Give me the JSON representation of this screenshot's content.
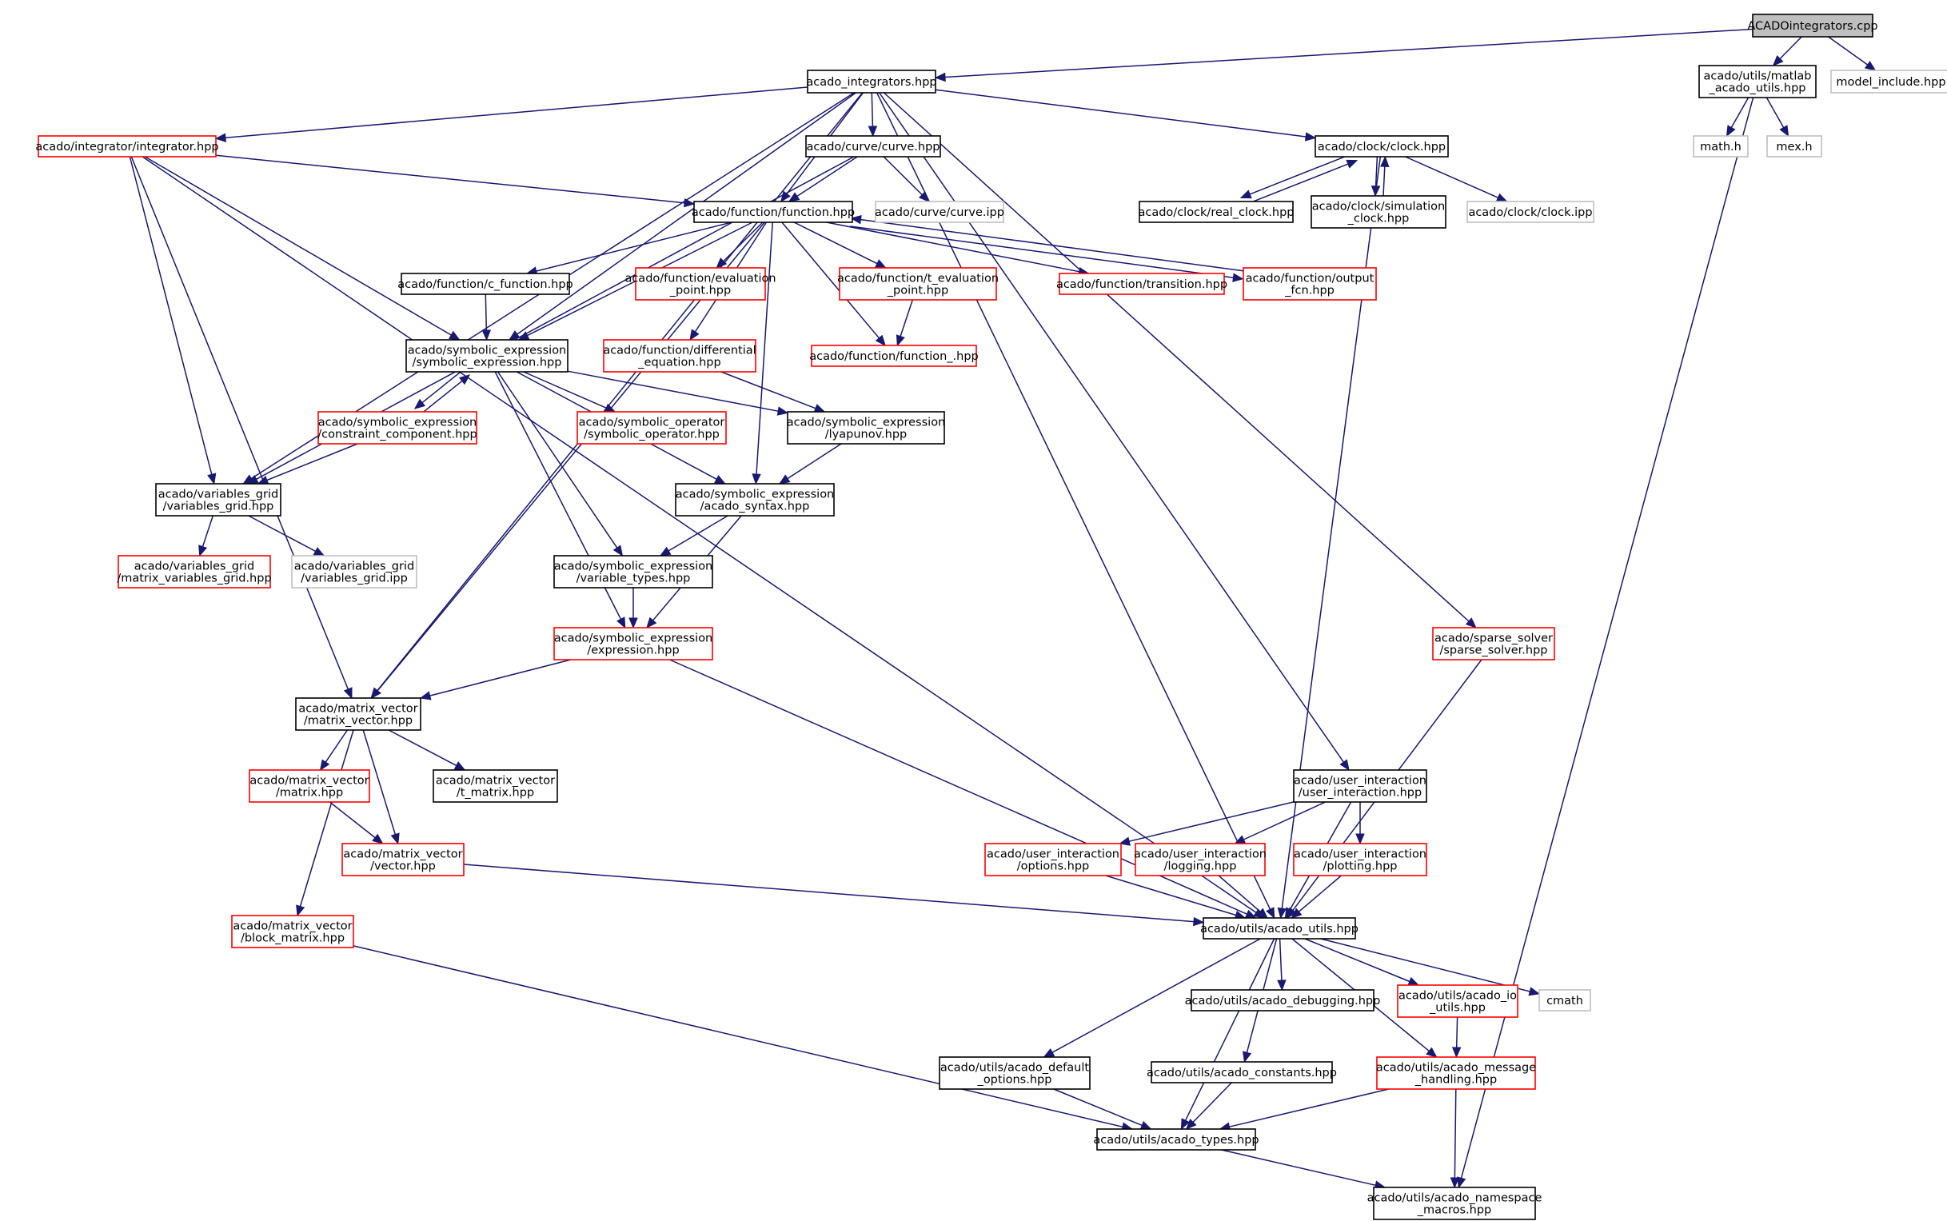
{
  "graph": {
    "title": "ACADOintegrators.cpp",
    "colors": {
      "edge": "#191970",
      "normal_border": "#000000",
      "incomplete_border": "#ff0000",
      "external_border": "#bfbfbf",
      "root_fill": "#bfbfbf",
      "node_fill": "#ffffff"
    },
    "nodes": [
      {
        "id": "root",
        "lines": [
          "ACADOintegrators.cpp"
        ],
        "kind": "root"
      },
      {
        "id": "integrators",
        "lines": [
          "acado_integrators.hpp"
        ],
        "kind": "normal"
      },
      {
        "id": "matlab_utils",
        "lines": [
          "acado/utils/matlab",
          "_acado_utils.hpp"
        ],
        "kind": "normal"
      },
      {
        "id": "model_include",
        "lines": [
          "model_include.hpp"
        ],
        "kind": "external"
      },
      {
        "id": "math_h",
        "lines": [
          "math.h"
        ],
        "kind": "external"
      },
      {
        "id": "mex_h",
        "lines": [
          "mex.h"
        ],
        "kind": "external"
      },
      {
        "id": "integrator",
        "lines": [
          "acado/integrator/integrator.hpp"
        ],
        "kind": "incomplete"
      },
      {
        "id": "curve",
        "lines": [
          "acado/curve/curve.hpp"
        ],
        "kind": "normal"
      },
      {
        "id": "clock",
        "lines": [
          "acado/clock/clock.hpp"
        ],
        "kind": "normal"
      },
      {
        "id": "function",
        "lines": [
          "acado/function/function.hpp"
        ],
        "kind": "normal"
      },
      {
        "id": "curve_ipp",
        "lines": [
          "acado/curve/curve.ipp"
        ],
        "kind": "external"
      },
      {
        "id": "real_clock",
        "lines": [
          "acado/clock/real_clock.hpp"
        ],
        "kind": "normal"
      },
      {
        "id": "sim_clock",
        "lines": [
          "acado/clock/simulation",
          "_clock.hpp"
        ],
        "kind": "normal"
      },
      {
        "id": "clock_ipp",
        "lines": [
          "acado/clock/clock.ipp"
        ],
        "kind": "external"
      },
      {
        "id": "c_function",
        "lines": [
          "acado/function/c_function.hpp"
        ],
        "kind": "normal"
      },
      {
        "id": "eval_point",
        "lines": [
          "acado/function/evaluation",
          "_point.hpp"
        ],
        "kind": "incomplete"
      },
      {
        "id": "t_eval_point",
        "lines": [
          "acado/function/t_evaluation",
          "_point.hpp"
        ],
        "kind": "incomplete"
      },
      {
        "id": "transition",
        "lines": [
          "acado/function/transition.hpp"
        ],
        "kind": "incomplete"
      },
      {
        "id": "output_fcn",
        "lines": [
          "acado/function/output",
          "_fcn.hpp"
        ],
        "kind": "incomplete"
      },
      {
        "id": "sym_expr",
        "lines": [
          "acado/symbolic_expression",
          "/symbolic_expression.hpp"
        ],
        "kind": "normal"
      },
      {
        "id": "diff_eq",
        "lines": [
          "acado/function/differential",
          "_equation.hpp"
        ],
        "kind": "incomplete"
      },
      {
        "id": "function_",
        "lines": [
          "acado/function/function_.hpp"
        ],
        "kind": "incomplete"
      },
      {
        "id": "constraint_comp",
        "lines": [
          "acado/symbolic_expression",
          "/constraint_component.hpp"
        ],
        "kind": "incomplete"
      },
      {
        "id": "sym_operator",
        "lines": [
          "acado/symbolic_operator",
          "/symbolic_operator.hpp"
        ],
        "kind": "incomplete"
      },
      {
        "id": "lyapunov",
        "lines": [
          "acado/symbolic_expression",
          "/lyapunov.hpp"
        ],
        "kind": "normal"
      },
      {
        "id": "var_grid",
        "lines": [
          "acado/variables_grid",
          "/variables_grid.hpp"
        ],
        "kind": "normal"
      },
      {
        "id": "acado_syntax",
        "lines": [
          "acado/symbolic_expression",
          "/acado_syntax.hpp"
        ],
        "kind": "normal"
      },
      {
        "id": "matrix_var_grid",
        "lines": [
          "acado/variables_grid",
          "/matrix_variables_grid.hpp"
        ],
        "kind": "incomplete"
      },
      {
        "id": "var_grid_ipp",
        "lines": [
          "acado/variables_grid",
          "/variables_grid.ipp"
        ],
        "kind": "external"
      },
      {
        "id": "var_types",
        "lines": [
          "acado/symbolic_expression",
          "/variable_types.hpp"
        ],
        "kind": "normal"
      },
      {
        "id": "expression",
        "lines": [
          "acado/symbolic_expression",
          "/expression.hpp"
        ],
        "kind": "incomplete"
      },
      {
        "id": "sparse_solver",
        "lines": [
          "acado/sparse_solver",
          "/sparse_solver.hpp"
        ],
        "kind": "incomplete"
      },
      {
        "id": "matrix_vector",
        "lines": [
          "acado/matrix_vector",
          "/matrix_vector.hpp"
        ],
        "kind": "normal"
      },
      {
        "id": "matrix",
        "lines": [
          "acado/matrix_vector",
          "/matrix.hpp"
        ],
        "kind": "incomplete"
      },
      {
        "id": "t_matrix",
        "lines": [
          "acado/matrix_vector",
          "/t_matrix.hpp"
        ],
        "kind": "normal"
      },
      {
        "id": "user_interaction",
        "lines": [
          "acado/user_interaction",
          "/user_interaction.hpp"
        ],
        "kind": "normal"
      },
      {
        "id": "vector",
        "lines": [
          "acado/matrix_vector",
          "/vector.hpp"
        ],
        "kind": "incomplete"
      },
      {
        "id": "options",
        "lines": [
          "acado/user_interaction",
          "/options.hpp"
        ],
        "kind": "incomplete"
      },
      {
        "id": "logging",
        "lines": [
          "acado/user_interaction",
          "/logging.hpp"
        ],
        "kind": "incomplete"
      },
      {
        "id": "plotting",
        "lines": [
          "acado/user_interaction",
          "/plotting.hpp"
        ],
        "kind": "incomplete"
      },
      {
        "id": "block_matrix",
        "lines": [
          "acado/matrix_vector",
          "/block_matrix.hpp"
        ],
        "kind": "incomplete"
      },
      {
        "id": "acado_utils",
        "lines": [
          "acado/utils/acado_utils.hpp"
        ],
        "kind": "normal"
      },
      {
        "id": "debugging",
        "lines": [
          "acado/utils/acado_debugging.hpp"
        ],
        "kind": "normal"
      },
      {
        "id": "io_utils",
        "lines": [
          "acado/utils/acado_io",
          "_utils.hpp"
        ],
        "kind": "incomplete"
      },
      {
        "id": "cmath",
        "lines": [
          "cmath"
        ],
        "kind": "external"
      },
      {
        "id": "default_options",
        "lines": [
          "acado/utils/acado_default",
          "_options.hpp"
        ],
        "kind": "normal"
      },
      {
        "id": "constants",
        "lines": [
          "acado/utils/acado_constants.hpp"
        ],
        "kind": "normal"
      },
      {
        "id": "message_handling",
        "lines": [
          "acado/utils/acado_message",
          "_handling.hpp"
        ],
        "kind": "incomplete"
      },
      {
        "id": "acado_types",
        "lines": [
          "acado/utils/acado_types.hpp"
        ],
        "kind": "normal"
      },
      {
        "id": "namespace_macros",
        "lines": [
          "acado/utils/acado_namespace",
          "_macros.hpp"
        ],
        "kind": "normal"
      }
    ],
    "edges": [
      [
        "root",
        "integrators"
      ],
      [
        "root",
        "matlab_utils"
      ],
      [
        "root",
        "model_include"
      ],
      [
        "matlab_utils",
        "math_h"
      ],
      [
        "matlab_utils",
        "mex_h"
      ],
      [
        "matlab_utils",
        "namespace_macros"
      ],
      [
        "integrators",
        "integrator"
      ],
      [
        "integrators",
        "curve"
      ],
      [
        "integrators",
        "clock"
      ],
      [
        "integrators",
        "function"
      ],
      [
        "integrators",
        "sym_expr"
      ],
      [
        "integrators",
        "var_grid"
      ],
      [
        "integrators",
        "matrix_vector"
      ],
      [
        "integrators",
        "acado_utils"
      ],
      [
        "integrators",
        "user_interaction"
      ],
      [
        "integrators",
        "sparse_solver"
      ],
      [
        "integrator",
        "function"
      ],
      [
        "integrator",
        "sym_expr"
      ],
      [
        "integrator",
        "var_grid"
      ],
      [
        "integrator",
        "matrix_vector"
      ],
      [
        "integrator",
        "acado_utils"
      ],
      [
        "curve",
        "function"
      ],
      [
        "curve",
        "curve_ipp"
      ],
      [
        "curve",
        "var_grid"
      ],
      [
        "clock",
        "real_clock"
      ],
      [
        "clock",
        "sim_clock"
      ],
      [
        "clock",
        "clock_ipp"
      ],
      [
        "clock",
        "acado_utils"
      ],
      [
        "real_clock",
        "clock"
      ],
      [
        "sim_clock",
        "clock"
      ],
      [
        "function",
        "c_function"
      ],
      [
        "function",
        "eval_point"
      ],
      [
        "function",
        "t_eval_point"
      ],
      [
        "function",
        "transition"
      ],
      [
        "function",
        "output_fcn"
      ],
      [
        "function",
        "sym_expr"
      ],
      [
        "function",
        "diff_eq"
      ],
      [
        "function",
        "function_"
      ],
      [
        "function",
        "matrix_vector"
      ],
      [
        "function",
        "acado_syntax"
      ],
      [
        "output_fcn",
        "function"
      ],
      [
        "t_eval_point",
        "function_"
      ],
      [
        "c_function",
        "sym_expr"
      ],
      [
        "diff_eq",
        "lyapunov"
      ],
      [
        "sym_expr",
        "constraint_comp"
      ],
      [
        "sym_expr",
        "sym_operator"
      ],
      [
        "sym_expr",
        "lyapunov"
      ],
      [
        "sym_expr",
        "acado_syntax"
      ],
      [
        "sym_expr",
        "var_types"
      ],
      [
        "sym_expr",
        "expression"
      ],
      [
        "constraint_comp",
        "sym_expr"
      ],
      [
        "constraint_comp",
        "var_grid"
      ],
      [
        "lyapunov",
        "acado_syntax"
      ],
      [
        "var_grid",
        "matrix_var_grid"
      ],
      [
        "var_grid",
        "var_grid_ipp"
      ],
      [
        "acado_syntax",
        "var_types"
      ],
      [
        "acado_syntax",
        "expression"
      ],
      [
        "var_types",
        "expression"
      ],
      [
        "expression",
        "matrix_vector"
      ],
      [
        "expression",
        "acado_utils"
      ],
      [
        "matrix_vector",
        "matrix"
      ],
      [
        "matrix_vector",
        "t_matrix"
      ],
      [
        "matrix_vector",
        "vector"
      ],
      [
        "matrix_vector",
        "block_matrix"
      ],
      [
        "matrix",
        "vector"
      ],
      [
        "vector",
        "acado_utils"
      ],
      [
        "block_matrix",
        "acado_types"
      ],
      [
        "sparse_solver",
        "acado_utils"
      ],
      [
        "user_interaction",
        "options"
      ],
      [
        "user_interaction",
        "logging"
      ],
      [
        "user_interaction",
        "plotting"
      ],
      [
        "user_interaction",
        "acado_utils"
      ],
      [
        "options",
        "acado_utils"
      ],
      [
        "logging",
        "acado_utils"
      ],
      [
        "plotting",
        "acado_utils"
      ],
      [
        "acado_utils",
        "debugging"
      ],
      [
        "acado_utils",
        "io_utils"
      ],
      [
        "acado_utils",
        "cmath"
      ],
      [
        "acado_utils",
        "default_options"
      ],
      [
        "acado_utils",
        "constants"
      ],
      [
        "acado_utils",
        "message_handling"
      ],
      [
        "acado_utils",
        "acado_types"
      ],
      [
        "io_utils",
        "message_handling"
      ],
      [
        "default_options",
        "acado_types"
      ],
      [
        "constants",
        "acado_types"
      ],
      [
        "message_handling",
        "acado_types"
      ],
      [
        "message_handling",
        "namespace_macros"
      ],
      [
        "acado_types",
        "namespace_macros"
      ]
    ]
  }
}
